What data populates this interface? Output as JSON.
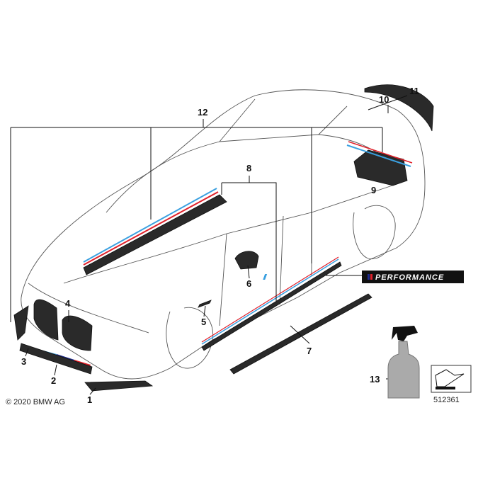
{
  "callouts": {
    "c1": "1",
    "c2": "2",
    "c3": "3",
    "c4": "4",
    "c5": "5",
    "c6": "6",
    "c7": "7",
    "c8": "8",
    "c9": "9",
    "c10": "10",
    "c11": "11",
    "c12": "12",
    "c13": "13"
  },
  "badge_text": "PERFORMANCE",
  "copyright": "© 2020 BMW AG",
  "diagram_id": "512361",
  "colors": {
    "m_light_blue": "#3aa0e0",
    "m_dark_blue": "#1e2a8c",
    "m_red": "#e0202a",
    "part": "#2a2a2a"
  }
}
